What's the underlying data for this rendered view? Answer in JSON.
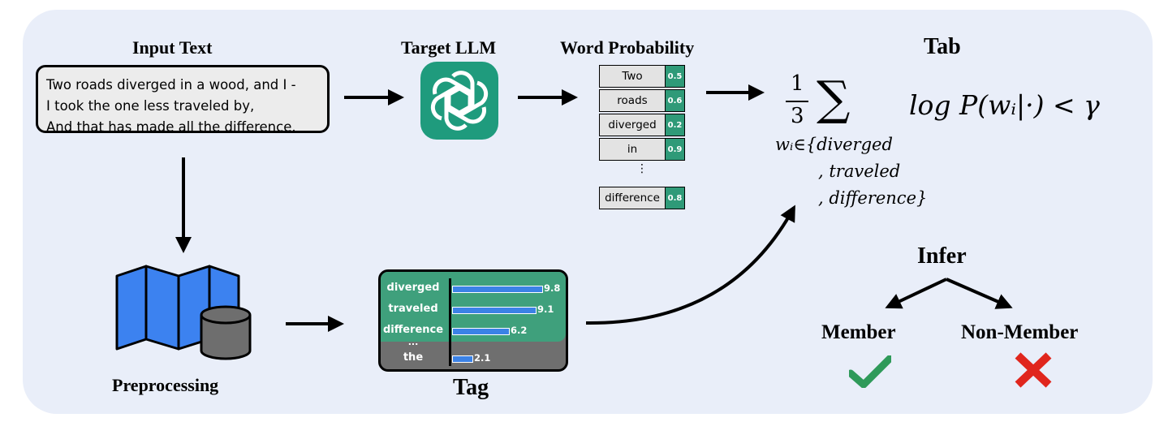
{
  "input": {
    "title": "Input Text",
    "lines": [
      "Two roads diverged in a wood, and I -",
      "I took the one less traveled by,",
      "And that has made all the difference."
    ]
  },
  "llm": {
    "title": "Target LLM",
    "logo_icon": "openai-logo-icon",
    "logo_color": "#1f9b7d"
  },
  "word_prob": {
    "title": "Word Probability",
    "rows": [
      {
        "word": "Two",
        "prob": "0.5"
      },
      {
        "word": "roads",
        "prob": "0.6"
      },
      {
        "word": "diverged",
        "prob": "0.2"
      },
      {
        "word": "in",
        "prob": "0.9"
      }
    ],
    "ellipsis": "⋮",
    "last_row": {
      "word": "difference",
      "prob": "0.8"
    },
    "accent_color": "#2f9a78"
  },
  "tab": {
    "title": "Tab",
    "frac_num": "1",
    "frac_den": "3",
    "sum_symbol": "∑",
    "expression": "log P(wᵢ|·) < γ",
    "subscript_line1": "wᵢ∈{diverged",
    "subscript_line2": ", traveled",
    "subscript_line3": ", difference}"
  },
  "preprocessing": {
    "title": "Preprocessing",
    "icon": "map-database-icon",
    "map_color": "#3c82f0"
  },
  "tag": {
    "title": "Tag",
    "items": [
      {
        "word": "diverged",
        "score": "9.8",
        "value": 9.8
      },
      {
        "word": "traveled",
        "score": "9.1",
        "value": 9.1
      },
      {
        "word": "difference",
        "score": "6.2",
        "value": 6.2
      }
    ],
    "ellipsis": "...",
    "other": {
      "word": "the",
      "score": "2.1",
      "value": 2.1
    }
  },
  "infer": {
    "title": "Infer",
    "member_label": "Member",
    "non_member_label": "Non-Member",
    "member_icon": "checkmark-icon",
    "non_member_icon": "cross-icon",
    "check_color": "#2f9a5a",
    "cross_color": "#e0261d"
  }
}
